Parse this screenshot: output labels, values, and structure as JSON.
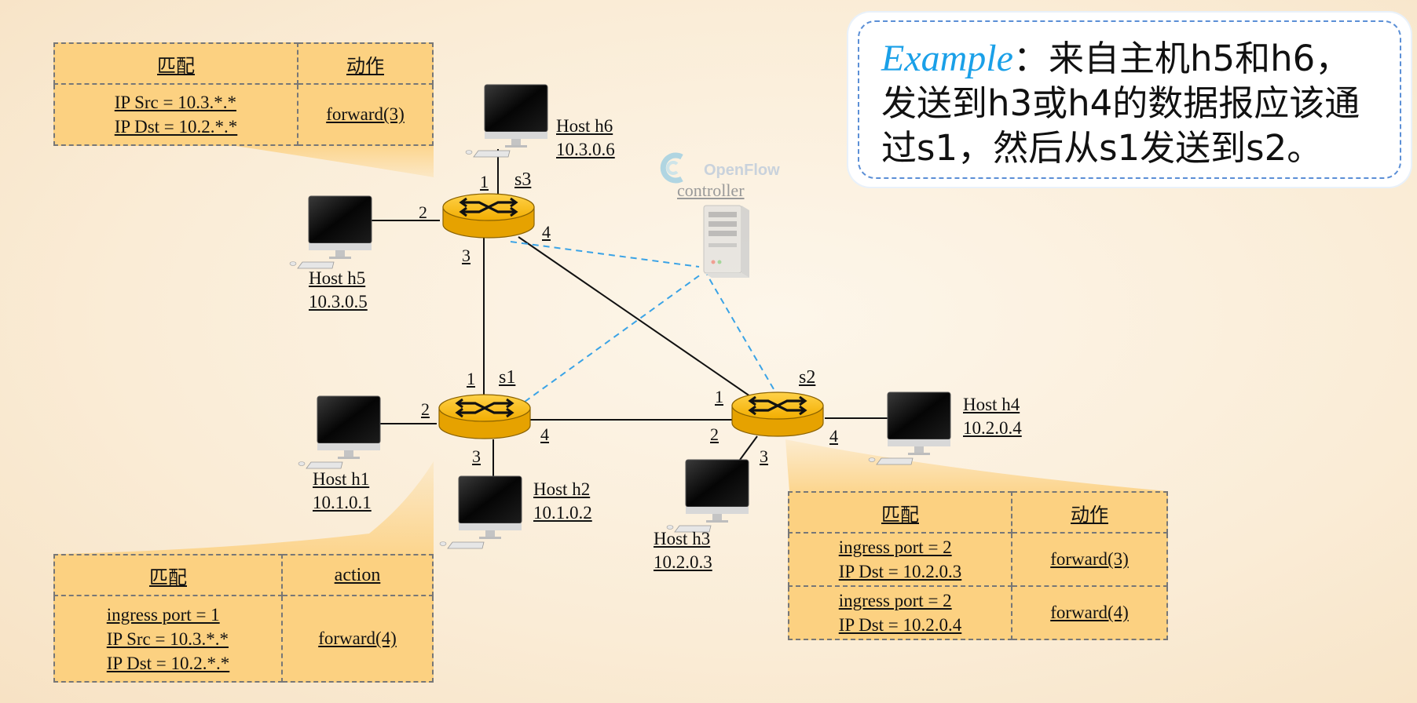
{
  "example": {
    "keyword": "Example",
    "text": "：来自主机h5和h6，发送到h3或h4的数据报应该通过s1，然后从s1发送到s2。"
  },
  "controller": {
    "logo_text": "OpenFlow",
    "label": "controller"
  },
  "switches": {
    "s1": {
      "name": "s1",
      "ports": [
        "1",
        "2",
        "3",
        "4"
      ]
    },
    "s2": {
      "name": "s2",
      "ports": [
        "1",
        "2",
        "3",
        "4"
      ]
    },
    "s3": {
      "name": "s3",
      "ports": [
        "1",
        "2",
        "3",
        "4"
      ]
    }
  },
  "hosts": {
    "h1": {
      "name": "Host h1",
      "ip": "10.1.0.1"
    },
    "h2": {
      "name": "Host h2",
      "ip": "10.1.0.2"
    },
    "h3": {
      "name": "Host h3",
      "ip": "10.2.0.3"
    },
    "h4": {
      "name": "Host h4",
      "ip": "10.2.0.4"
    },
    "h5": {
      "name": "Host h5",
      "ip": "10.3.0.5"
    },
    "h6": {
      "name": "Host h6",
      "ip": "10.3.0.6"
    }
  },
  "tables": {
    "s3": {
      "match_header": "匹配",
      "action_header": "动作",
      "rows": [
        {
          "match": [
            "IP Src = 10.3.*.*",
            "IP Dst = 10.2.*.*"
          ],
          "action": "forward(3)"
        }
      ]
    },
    "s1": {
      "match_header": "匹配",
      "action_header": "action",
      "rows": [
        {
          "match": [
            "ingress port = 1",
            "IP Src = 10.3.*.*",
            "IP Dst = 10.2.*.*"
          ],
          "action": "forward(4)"
        }
      ]
    },
    "s2": {
      "match_header": "匹配",
      "action_header": "动作",
      "rows": [
        {
          "match": [
            "ingress port = 2",
            "IP Dst = 10.2.0.3"
          ],
          "action": "forward(3)"
        },
        {
          "match": [
            "ingress port = 2",
            "IP Dst = 10.2.0.4"
          ],
          "action": "forward(4)"
        }
      ]
    }
  },
  "colors": {
    "switch_fill": "#f7b600",
    "table_fill": "#fcd181",
    "control_link": "#3aa3e6",
    "example_keyword": "#1aa0e8"
  }
}
